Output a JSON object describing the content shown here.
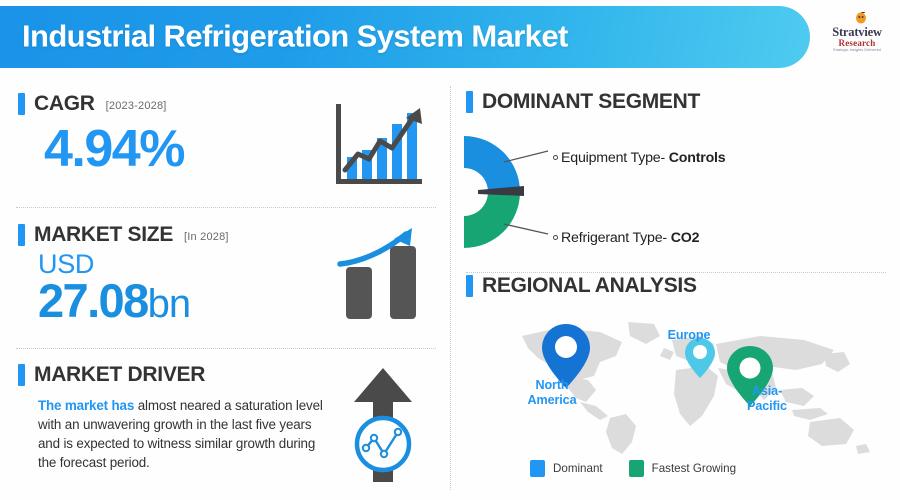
{
  "header": {
    "title": "Industrial Refrigeration System Market",
    "brand": {
      "name": "Stratview",
      "sub": "Research",
      "tagline": "Strategic Insights Delivered"
    },
    "gradient_start": "#1a93e8",
    "gradient_end": "#4fcbef"
  },
  "accent_color": "#2196f3",
  "green_color": "#17a673",
  "cagr": {
    "title": "CAGR",
    "period": "[2023-2028]",
    "value": "4.94%",
    "icon": "bar-chart-growth-icon"
  },
  "market_size": {
    "title": "MARKET SIZE",
    "period": "[In 2028]",
    "currency": "USD",
    "amount": "27.08",
    "unit": "bn",
    "icon": "bar-growth-arrow-icon"
  },
  "market_driver": {
    "title": "MARKET DRIVER",
    "lead": "The market has",
    "body": " almost neared a saturation level with an unwavering growth in the last five years and is expected to witness similar growth during the forecast period.",
    "icon": "up-arrow-analytics-icon"
  },
  "dominant_segment": {
    "title": "DOMINANT SEGMENT",
    "items": [
      {
        "label": "Equipment Type- ",
        "value": "Controls",
        "color": "#1a8fe0"
      },
      {
        "label": "Refrigerant Type- ",
        "value": "CO2",
        "color": "#17a673"
      }
    ]
  },
  "regional_analysis": {
    "title": "REGIONAL ANALYSIS",
    "pins": [
      {
        "label": "North\nAmerica",
        "label_line1": "North",
        "label_line2": "America",
        "color": "#1573d4",
        "type": "dominant"
      },
      {
        "label": "Europe",
        "label_line1": "Europe",
        "label_line2": "",
        "color": "#4ec8e8",
        "type": "dominant"
      },
      {
        "label": "Asia-\nPacific",
        "label_line1": "Asia-",
        "label_line2": "Pacific",
        "color": "#17a673",
        "type": "fastest-growing"
      }
    ],
    "legend": [
      {
        "label": "Dominant",
        "color": "#2196f3"
      },
      {
        "label": "Fastest Growing",
        "color": "#17a673"
      }
    ]
  },
  "chart_data": {
    "type": "pie",
    "title": "Dominant Segment",
    "categories": [
      "Equipment Type- Controls",
      "Refrigerant Type- CO2"
    ],
    "values": [
      50,
      50
    ],
    "colors": [
      "#1a8fe0",
      "#17a673"
    ],
    "legend": "right",
    "annotations": [
      "Equipment Type- Controls",
      "Refrigerant Type- CO2"
    ]
  }
}
